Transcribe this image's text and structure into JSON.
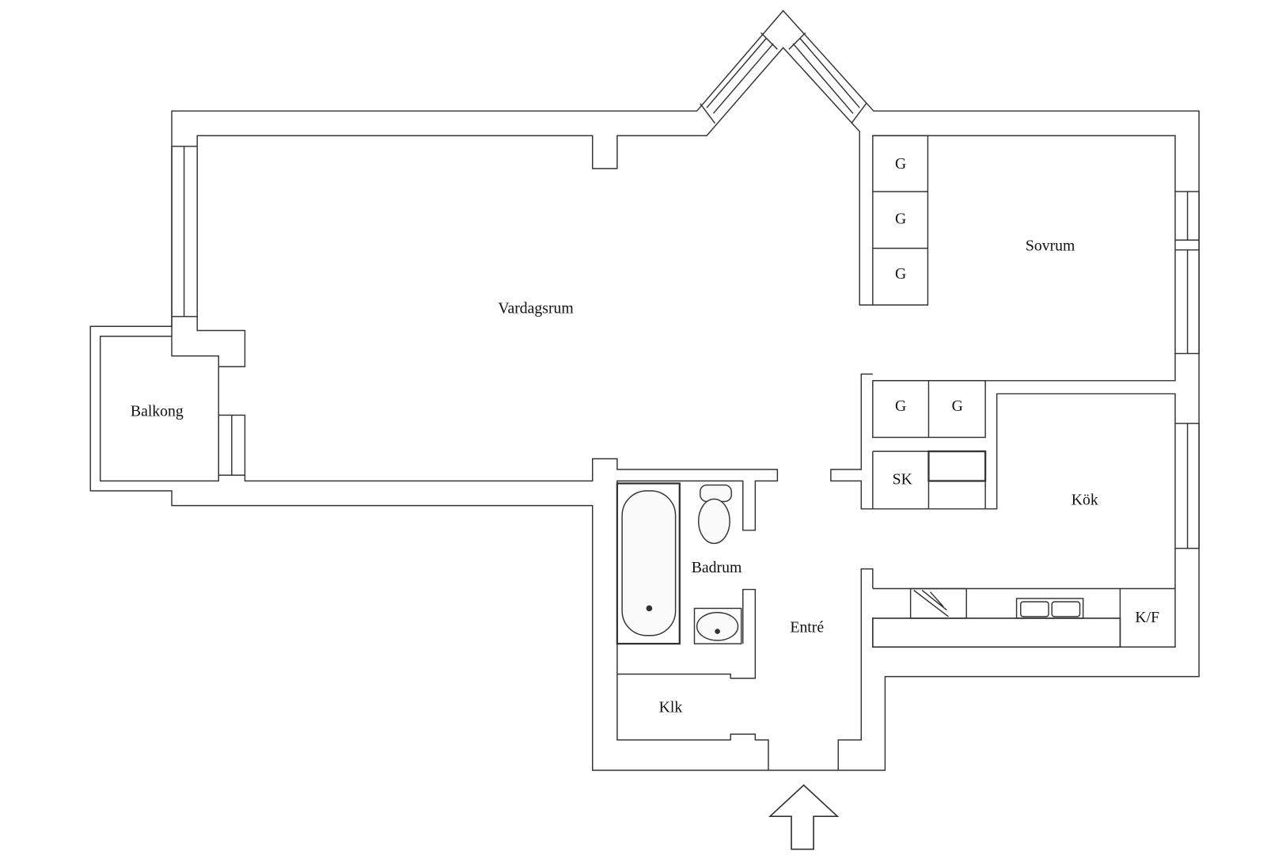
{
  "rooms": {
    "vardagsrum": "Vardagsrum",
    "sovrum": "Sovrum",
    "balkong": "Balkong",
    "kok": "Kök",
    "badrum": "Badrum",
    "entre": "Entré",
    "klk": "Klk"
  },
  "fixtures": {
    "wardrobe_labels": [
      "G",
      "G",
      "G",
      "G",
      "G"
    ],
    "sk": "SK",
    "kf": "K/F"
  },
  "colors": {
    "wall": "#333333",
    "background": "#ffffff"
  }
}
